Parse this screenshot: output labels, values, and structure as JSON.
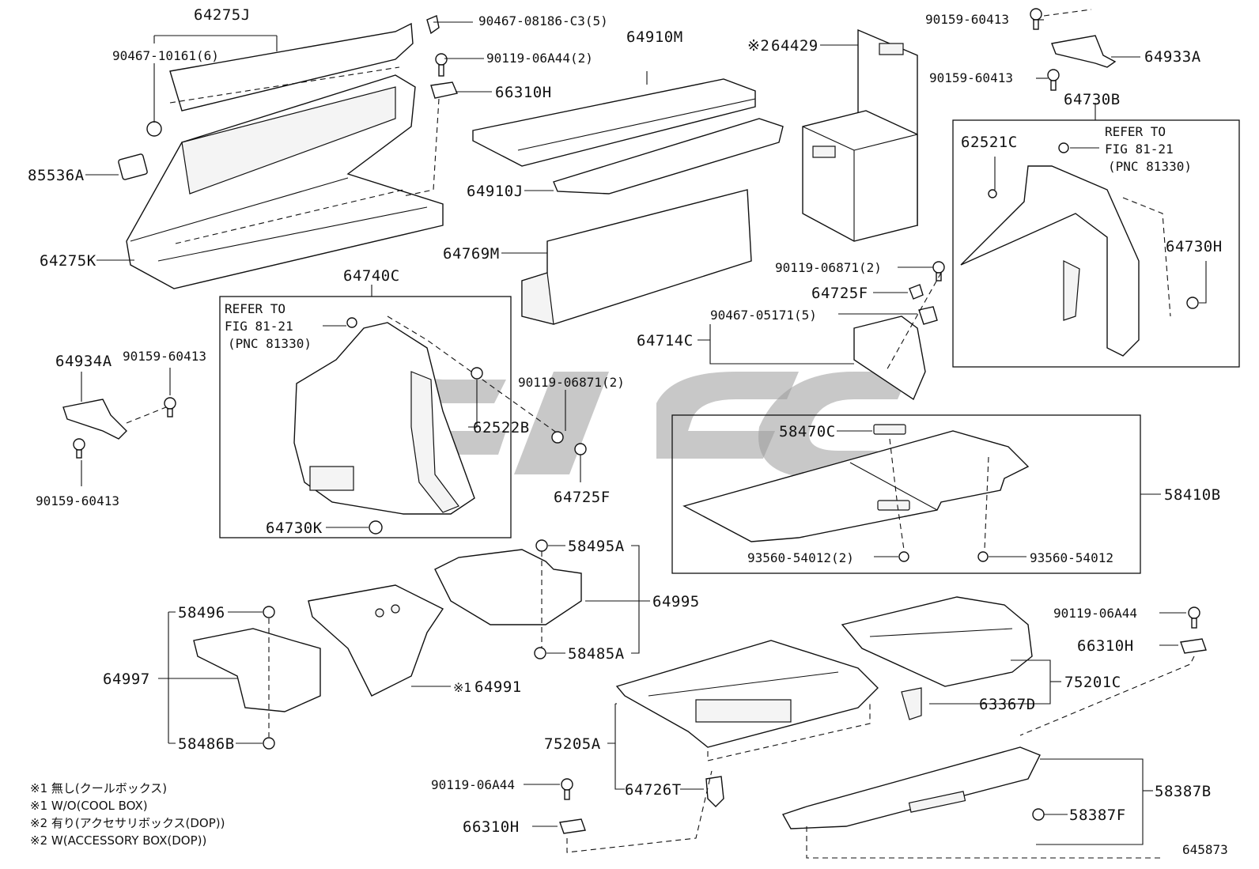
{
  "diagram_id": "645873",
  "labels": {
    "p64275J": "64275J",
    "p90467_10161": "90467-10161(6)",
    "p90467_08186": "90467-08186-C3(5)",
    "p90119_06A44_2": "90119-06A44(2)",
    "p66310H_top": "66310H",
    "p85536A": "85536A",
    "p64275K": "64275K",
    "p64910M": "64910M",
    "p64910J": "64910J",
    "p64769M": "64769M",
    "p64429": "64429",
    "p64429_mark": "※2",
    "p90159_60413_a": "90159-60413",
    "p90159_60413_b": "90159-60413",
    "p64933A": "64933A",
    "p64730B": "64730B",
    "p62521C": "62521C",
    "p64730H": "64730H",
    "p90119_06871_a": "90119-06871(2)",
    "p64725F_a": "64725F",
    "p90467_05171": "90467-05171(5)",
    "p64714C": "64714C",
    "p64740C": "64740C",
    "p64934A": "64934A",
    "p90159_60413_c": "90159-60413",
    "p90159_60413_d": "90159-60413",
    "p90119_06871_b": "90119-06871(2)",
    "p62522B": "62522B",
    "p64725F_b": "64725F",
    "p64730K": "64730K",
    "p58470C": "58470C",
    "p58410B": "58410B",
    "p93560_54012_2": "93560-54012(2)",
    "p93560_54012": "93560-54012",
    "p58495A": "58495A",
    "p64995": "64995",
    "p58485A": "58485A",
    "p58496": "58496",
    "p64997": "64997",
    "p58486B": "58486B",
    "p64991": "64991",
    "p64991_mark": "※1",
    "p90119_06A44_r": "90119-06A44",
    "p66310H_r": "66310H",
    "p75201C": "75201C",
    "p63367D": "63367D",
    "p75205A": "75205A",
    "p90119_06A44_bl": "90119-06A44",
    "p64726T": "64726T",
    "p66310H_bl": "66310H",
    "p58387B": "58387B",
    "p58387F": "58387F"
  },
  "refer_boxes": {
    "left": [
      "REFER TO",
      "FIG 81-21",
      "(PNC 81330)"
    ],
    "right": [
      "REFER TO",
      "FIG 81-21",
      "(PNC 81330)"
    ]
  },
  "notes": [
    "※1 無し(クールボックス)",
    "※1 W/O(COOL BOX)",
    "※2 有り(アクセサリボックス(DOP))",
    "※2 W(ACCESSORY BOX(DOP))"
  ],
  "watermark_color": "#9a9a9a"
}
